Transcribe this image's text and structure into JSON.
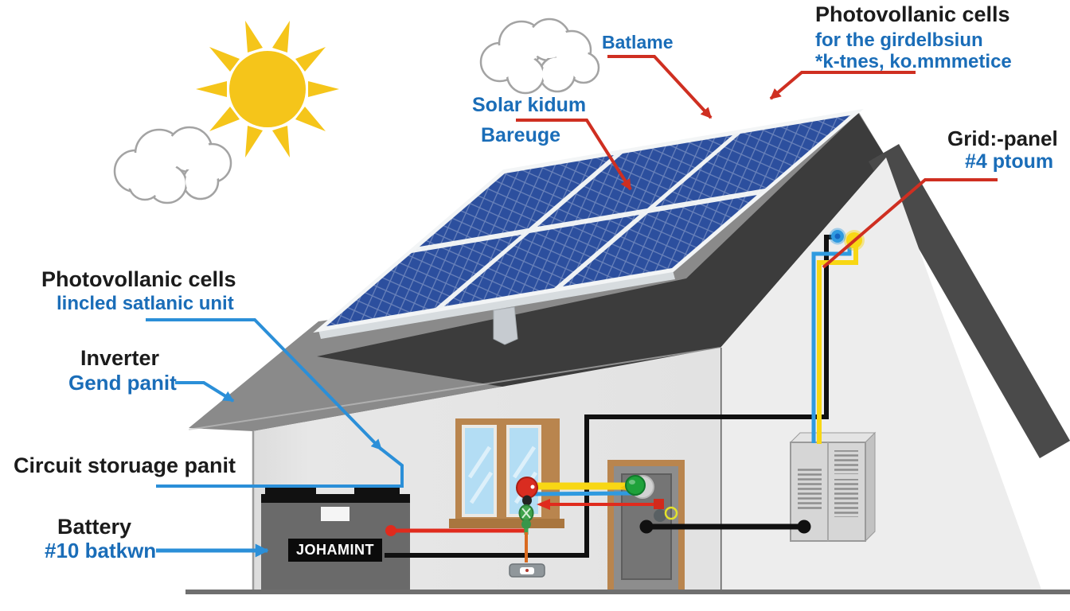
{
  "labels": {
    "batlame": {
      "text": "Batlame"
    },
    "solar_kidum": {
      "line1": "Solar kidum",
      "line2": "Bareuge"
    },
    "pv_top_right": {
      "line1": "Photovollanic cells",
      "line2": "for the girdelbsiun",
      "line3": "*k-tnes, ko.mmmetice"
    },
    "grid_panel": {
      "line1": "Grid:-panel",
      "line2": "#4 ptoum"
    },
    "pv_left": {
      "line1": "Photovollanic cells",
      "line2": "lincled satlanic unit"
    },
    "inverter": {
      "line1": "Inverter",
      "line2": "Gend panit"
    },
    "circuit": {
      "line1": "Circuit storuage panit"
    },
    "battery": {
      "line1": "Battery",
      "line2": "#10 batkwn"
    },
    "battery_brand": "JOHAMINT"
  },
  "icons": [
    "sun-icon",
    "cloud-icon",
    "solar-panel",
    "house-roof",
    "gable-wall",
    "front-wall",
    "window",
    "door",
    "battery-box",
    "inverter-cabinet",
    "wire-junction",
    "ground-line"
  ],
  "colors": {
    "label_blue": "#1a6db8",
    "label_black": "#1b1b1b",
    "arrow_red": "#cf2f21",
    "leader_blue": "#2b8fd8",
    "wire_yellow": "#f8d714",
    "wire_blue": "#2f9ae0",
    "wire_black": "#101010",
    "wire_red": "#e02b1d",
    "panel_blue": "#2c4f9e",
    "roof_gray": "#8a8a8a",
    "roof_dark": "#3c3c3c",
    "sun_yellow": "#f5c51a",
    "wall_gray": "#e6e6e6"
  }
}
